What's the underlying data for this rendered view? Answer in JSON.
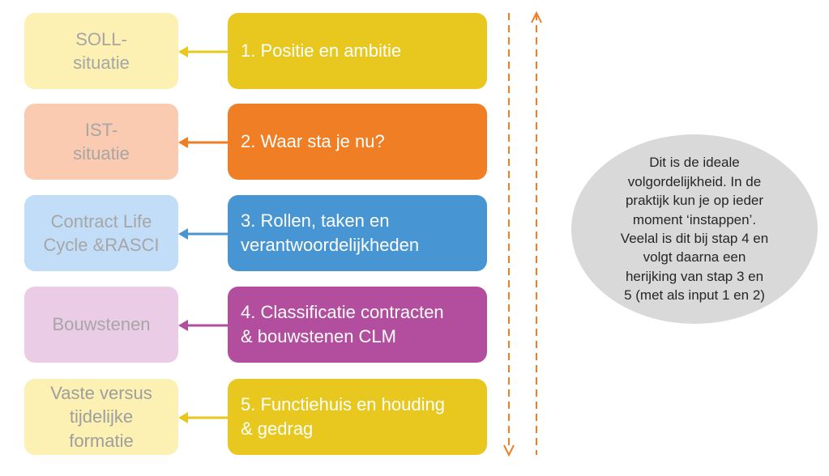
{
  "rows": [
    {
      "left_label": "SOLL-\nsituatie",
      "step_label": "1. Positie en ambitie",
      "step_color": "#E8C81E",
      "left_color": "#FCF0B3",
      "left_text_color": "#A6A6A6"
    },
    {
      "left_label": "IST-\nsituatie",
      "step_label": "2. Waar sta je nu?",
      "step_color": "#F07E24",
      "left_color": "#FBCBB1",
      "left_text_color": "#A6A6A6"
    },
    {
      "left_label": "Contract Life\nCycle &RASCI",
      "step_label": "3. Rollen, taken en\nverantwoordelijkheden",
      "step_color": "#4796D3",
      "left_color": "#C2DDF7",
      "left_text_color": "#A6A6A6"
    },
    {
      "left_label": "Bouwstenen",
      "step_label": "4. Classificatie contracten\n& bouwstenen CLM",
      "step_color": "#B34D9E",
      "left_color": "#EBCCE6",
      "left_text_color": "#A6A6A6"
    },
    {
      "left_label": "Vaste versus\ntijdelijke\nformatie",
      "step_label": "5. Functiehuis en  houding\n& gedrag",
      "step_color": "#E8C81E",
      "left_color": "#FCF0B3",
      "left_text_color": "#9E9E9E"
    }
  ],
  "note": {
    "text": "Dit is de ideale\nvolgordelijkheid. In de\npraktijk kun je op ieder\nmoment ‘instappen’.\nVeelal is dit bij stap 4 en\nvolgt daarna een\nherijking van stap 3 en\n5 (met als input 1 en 2)"
  },
  "colors": {
    "side_arrows": "#F07E24",
    "note_background": "#D9D9D9"
  }
}
